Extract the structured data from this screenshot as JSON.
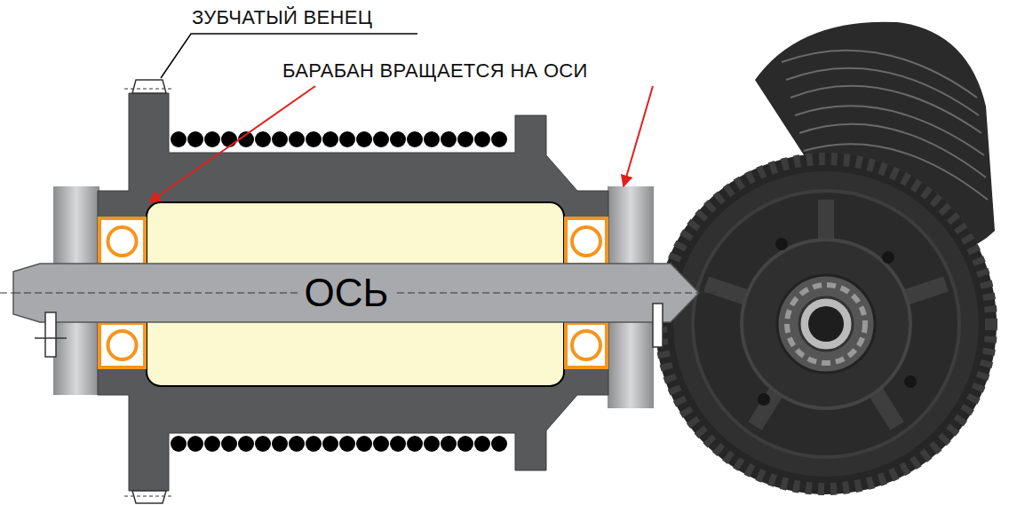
{
  "diagram": {
    "nodes": [
      {
        "text": [
          "ОСЬ"
        ]
      }
    ],
    "labels": [
      "ЗУБЧАТЫЙ ВЕНЕЦ",
      "БАРАБАН ВРАЩАЕТСЯ НА ОСИ"
    ]
  }
}
